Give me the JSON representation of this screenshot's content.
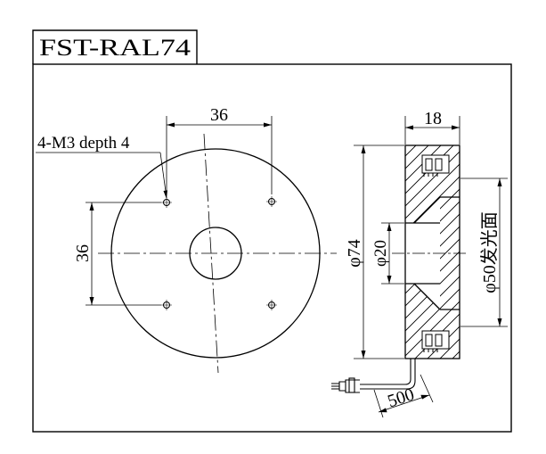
{
  "title": "FST-RAL74",
  "front_view": {
    "hole_spacing_horizontal": "36",
    "hole_spacing_vertical": "36",
    "hole_callout": "4-M3 depth 4"
  },
  "side_view": {
    "thickness": "18",
    "outer_diameter": "φ74",
    "inner_diameter": "φ20",
    "emitting_diameter": "φ50发光面",
    "cable_length": "500"
  }
}
